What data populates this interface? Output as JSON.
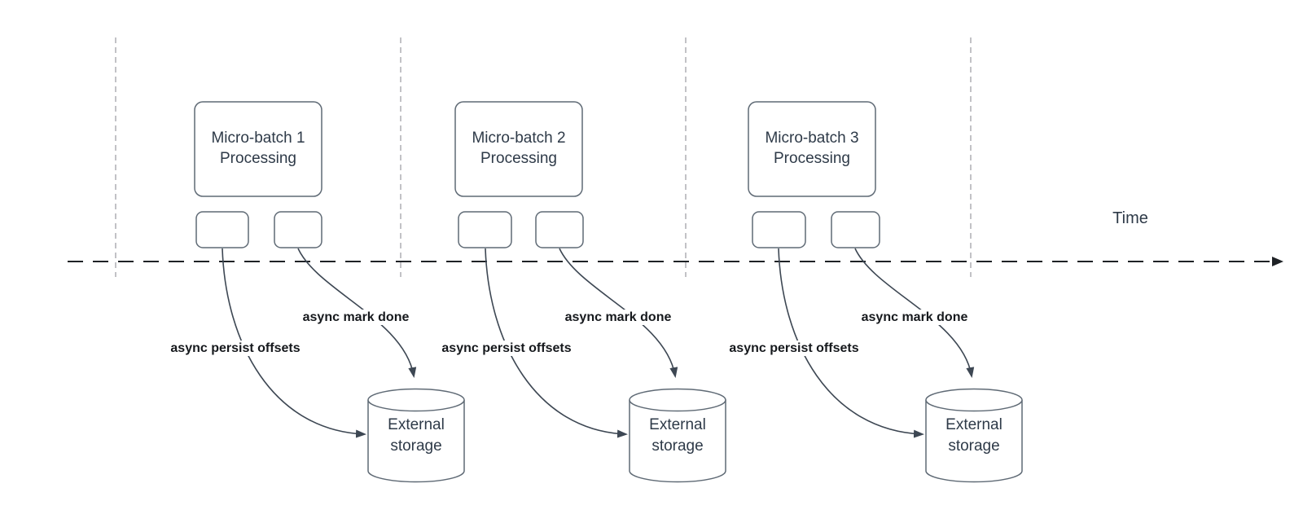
{
  "colors": {
    "background": "#ffffff",
    "gridline": "#a9a9ad",
    "time_axis": "#1e2226",
    "shape_stroke": "#5f6a75",
    "arrow_stroke": "#3d4753",
    "shape_text": "#2e3a48",
    "edge_label_text": "#16191d"
  },
  "time_axis": {
    "label": "Time"
  },
  "groups": [
    {
      "box_title": "Micro-batch 1",
      "box_subtitle": "Processing",
      "persist_label": "async persist offsets",
      "done_label": "async mark done",
      "storage_title": "External",
      "storage_subtitle": "storage"
    },
    {
      "box_title": "Micro-batch 2",
      "box_subtitle": "Processing",
      "persist_label": "async persist offsets",
      "done_label": "async mark done",
      "storage_title": "External",
      "storage_subtitle": "storage"
    },
    {
      "box_title": "Micro-batch 3",
      "box_subtitle": "Processing",
      "persist_label": "async persist offsets",
      "done_label": "async mark done",
      "storage_title": "External",
      "storage_subtitle": "storage"
    }
  ]
}
